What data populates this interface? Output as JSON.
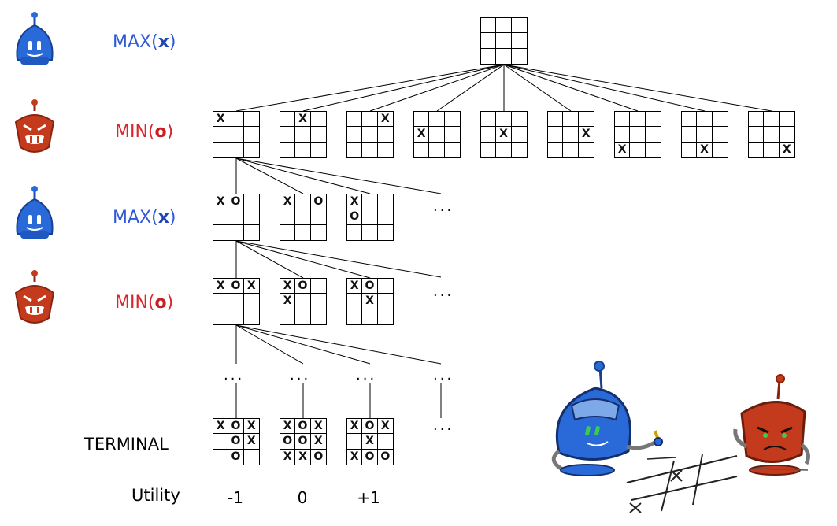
{
  "colors": {
    "max": "#2f5ad6",
    "min": "#d8262c",
    "max_robot": "#2a6ad8",
    "min_robot": "#c43a1c",
    "lines": "#000000"
  },
  "labels": {
    "max_prefix": "MAX(",
    "max_sym": "x",
    "min_prefix": "MIN(",
    "min_sym": "o",
    "close": ")",
    "terminal": "TERMINAL",
    "utility": "Utility"
  },
  "utilities": [
    "-1",
    "0",
    "+1"
  ],
  "ellipsis": "...",
  "boards": {
    "root": [
      "",
      "",
      "",
      "",
      "",
      "",
      "",
      "",
      ""
    ],
    "level1": [
      [
        "X",
        "",
        "",
        "",
        "",
        "",
        "",
        "",
        ""
      ],
      [
        "",
        "X",
        "",
        "",
        "",
        "",
        "",
        "",
        ""
      ],
      [
        "",
        "",
        "X",
        "",
        "",
        "",
        "",
        "",
        ""
      ],
      [
        "",
        "",
        "",
        "X",
        "",
        "",
        "",
        "",
        ""
      ],
      [
        "",
        "",
        "",
        "",
        "X",
        "",
        "",
        "",
        ""
      ],
      [
        "",
        "",
        "",
        "",
        "",
        "X",
        "",
        "",
        ""
      ],
      [
        "",
        "",
        "",
        "",
        "",
        "",
        "X",
        "",
        ""
      ],
      [
        "",
        "",
        "",
        "",
        "",
        "",
        "",
        "X",
        ""
      ],
      [
        "",
        "",
        "",
        "",
        "",
        "",
        "",
        "",
        "X"
      ]
    ],
    "level2": [
      [
        "X",
        "O",
        "",
        "",
        "",
        "",
        "",
        "",
        ""
      ],
      [
        "X",
        "",
        "O",
        "",
        "",
        "",
        "",
        "",
        ""
      ],
      [
        "X",
        "",
        "",
        "O",
        "",
        "",
        "",
        "",
        ""
      ]
    ],
    "level3": [
      [
        "X",
        "O",
        "X",
        "",
        "",
        "",
        "",
        "",
        ""
      ],
      [
        "X",
        "O",
        "",
        "X",
        "",
        "",
        "",
        "",
        ""
      ],
      [
        "X",
        "O",
        "",
        "",
        "X",
        "",
        "",
        "",
        ""
      ]
    ],
    "terminal": [
      [
        "X",
        "O",
        "X",
        "",
        "O",
        "X",
        "",
        "O",
        ""
      ],
      [
        "X",
        "O",
        "X",
        "O",
        "O",
        "X",
        "X",
        "X",
        "O"
      ],
      [
        "X",
        "O",
        "X",
        "",
        "X",
        "",
        "X",
        "O",
        "O"
      ]
    ]
  },
  "icons": [
    "max-robot-icon",
    "min-robot-icon",
    "robots-playing-illustration"
  ]
}
